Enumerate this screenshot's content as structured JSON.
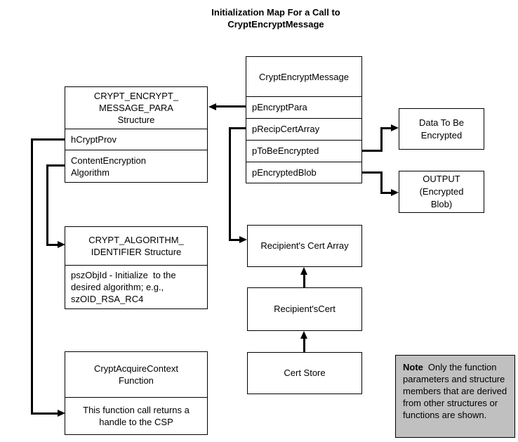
{
  "title": "Initialization Map For a Call to\nCryptEncryptMessage",
  "boxes": {
    "crypt_encrypt_message": {
      "header": "CryptEncryptMessage",
      "rows": [
        "pEncryptPara",
        "pRecipCertArray",
        "pToBeEncrypted",
        "pEncryptedBlob"
      ]
    },
    "crypt_encrypt_message_para": {
      "header": "CRYPT_ENCRYPT_\nMESSAGE_PARA\nStructure",
      "rows": [
        "hCryptProv",
        "ContentEncryption\nAlgorithm"
      ]
    },
    "crypt_algorithm_identifier": {
      "header": "CRYPT_ALGORITHM_\nIDENTIFIER Structure",
      "body": "pszObjId - Initialize  to the\ndesired algorithm; e.g.,\nszOID_RSA_RC4"
    },
    "crypt_acquire_context": {
      "header": "CryptAcquireContext\nFunction",
      "body": "This function call returns a\nhandle to the CSP"
    },
    "data_to_be_encrypted": {
      "label": "Data To Be\nEncrypted"
    },
    "output_encrypted_blob": {
      "label": "OUTPUT\n(Encrypted\nBlob)"
    },
    "recipients_cert_array": {
      "label": "Recipient's Cert Array"
    },
    "recipients_cert": {
      "label": "Recipient'sCert"
    },
    "cert_store": {
      "label": "Cert Store"
    }
  },
  "note": {
    "label": "Note",
    "text": "Only the function parameters and structure members that are derived from other structures or functions are shown."
  },
  "colors": {
    "line": "#000000",
    "text": "#000000",
    "note_background": "#c0c0c0",
    "page_background": "#ffffff"
  }
}
